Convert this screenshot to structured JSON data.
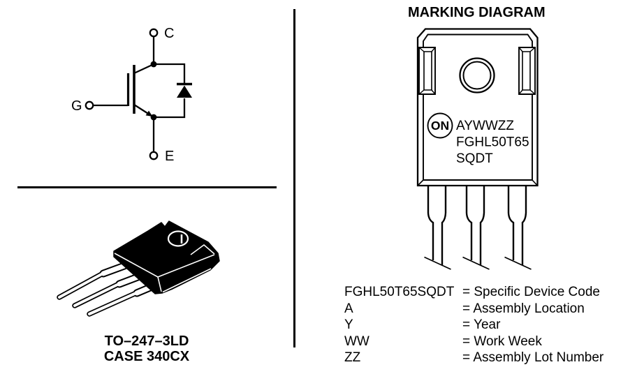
{
  "colors": {
    "ink": "#000000",
    "paper": "#ffffff"
  },
  "left_panel": {
    "schematic": {
      "collector_label": "C",
      "gate_label": "G",
      "emitter_label": "E"
    },
    "case_label": {
      "line1": "TO–247–3LD",
      "line2": "CASE 340CX"
    }
  },
  "right_panel": {
    "title": "MARKING DIAGRAM",
    "package_marking": {
      "logo_text": "ON",
      "line1": "AYWWZZ",
      "line2": "FGHL50T65",
      "line3": "SQDT"
    },
    "legend": [
      {
        "code": "FGHL50T65SQDT",
        "description": "= Specific Device Code"
      },
      {
        "code": "A",
        "description": "= Assembly Location"
      },
      {
        "code": "Y",
        "description": "= Year"
      },
      {
        "code": "WW",
        "description": "= Work Week"
      },
      {
        "code": "ZZ",
        "description": "= Assembly Lot Number"
      }
    ]
  }
}
